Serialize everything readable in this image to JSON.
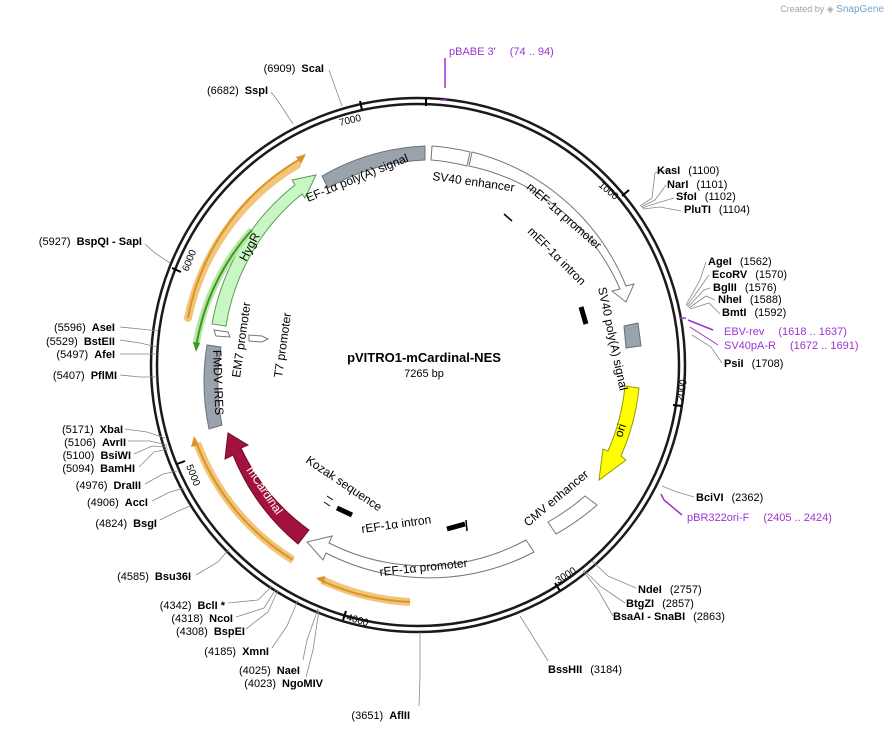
{
  "credit": {
    "prefix": "Created by",
    "brand": "SnapGene"
  },
  "plasmid": {
    "name": "pVITRO1-mCardinal-NES",
    "size_label": "7265 bp",
    "length_bp": 7265
  },
  "colors": {
    "backbone": "#1a1a1a",
    "primer": "#9b34d1",
    "promoter_outline": "#777777",
    "hygr": "#c8f7c4",
    "ori": "#ffff00",
    "mcardinal": "#a3123c",
    "polyA": "#9aa3ab",
    "orange_arrow": "#d89626",
    "green_arrow": "#3a9a1f"
  },
  "ticks": [
    {
      "label": "1000",
      "bp": 1000
    },
    {
      "label": "2000",
      "bp": 2000
    },
    {
      "label": "3000",
      "bp": 3000
    },
    {
      "label": "4000",
      "bp": 4000
    },
    {
      "label": "5000",
      "bp": 5000
    },
    {
      "label": "6000",
      "bp": 6000
    },
    {
      "label": "7000",
      "bp": 7000
    }
  ],
  "sites": [
    {
      "name": "KasI",
      "pos": "(1100)"
    },
    {
      "name": "NarI",
      "pos": "(1101)"
    },
    {
      "name": "SfoI",
      "pos": "(1102)"
    },
    {
      "name": "PluTI",
      "pos": "(1104)"
    },
    {
      "name": "AgeI",
      "pos": "(1562)"
    },
    {
      "name": "EcoRV",
      "pos": "(1570)"
    },
    {
      "name": "BglII",
      "pos": "(1576)"
    },
    {
      "name": "NheI",
      "pos": "(1588)"
    },
    {
      "name": "BmtI",
      "pos": "(1592)"
    },
    {
      "name": "PsiI",
      "pos": "(1708)"
    },
    {
      "name": "BciVI",
      "pos": "(2362)"
    },
    {
      "name": "NdeI",
      "pos": "(2757)"
    },
    {
      "name": "BtgZI",
      "pos": "(2857)"
    },
    {
      "name": "BsaAI  - SnaBI",
      "pos": "(2863)"
    },
    {
      "name": "BssHII",
      "pos": "(3184)"
    },
    {
      "name": "AflII",
      "pos": "(3651)"
    },
    {
      "name": "NgoMIV",
      "pos": "(4023)"
    },
    {
      "name": "NaeI",
      "pos": "(4025)"
    },
    {
      "name": "XmnI",
      "pos": "(4185)"
    },
    {
      "name": "BspEI",
      "pos": "(4308)"
    },
    {
      "name": "NcoI",
      "pos": "(4318)"
    },
    {
      "name": "BclI *",
      "pos": "(4342)"
    },
    {
      "name": "Bsu36I",
      "pos": "(4585)"
    },
    {
      "name": "BsgI",
      "pos": "(4824)"
    },
    {
      "name": "AccI",
      "pos": "(4906)"
    },
    {
      "name": "DraIII",
      "pos": "(4976)"
    },
    {
      "name": "BamHI",
      "pos": "(5094)"
    },
    {
      "name": "BsiWI",
      "pos": "(5100)"
    },
    {
      "name": "AvrII",
      "pos": "(5106)"
    },
    {
      "name": "XbaI",
      "pos": "(5171)"
    },
    {
      "name": "PflMI",
      "pos": "(5407)"
    },
    {
      "name": "AfeI",
      "pos": "(5497)"
    },
    {
      "name": "BstEII",
      "pos": "(5529)"
    },
    {
      "name": "AseI",
      "pos": "(5596)"
    },
    {
      "name": "BspQI  - SapI",
      "pos": "(5927)"
    },
    {
      "name": "SspI",
      "pos": "(6682)"
    },
    {
      "name": "ScaI",
      "pos": "(6909)"
    }
  ],
  "primers": [
    {
      "name": "pBABE 3'",
      "range": "(74 .. 94)"
    },
    {
      "name": "EBV-rev",
      "range": "(1618 .. 1637)"
    },
    {
      "name": "SV40pA-R",
      "range": "(1672 .. 1691)"
    },
    {
      "name": "pBR322ori-F",
      "range": "(2405 .. 2424)"
    }
  ],
  "features": [
    {
      "label": "EF-1α poly(A) signal",
      "start": 6900,
      "end": 7230
    },
    {
      "label": "SV40 enhancer",
      "start": 10,
      "end": 240
    },
    {
      "label": "mEF-1α promoter",
      "start": 250,
      "end": 1540
    },
    {
      "label": "mEF-1α intron",
      "start": 590,
      "end": 1500
    },
    {
      "label": "SV40 poly(A) signal",
      "start": 1600,
      "end": 1720
    },
    {
      "label": "ori",
      "start": 1960,
      "end": 2550
    },
    {
      "label": "CMV enhancer",
      "start": 2620,
      "end": 2920
    },
    {
      "label": "rEF-1α promoter",
      "start": 2940,
      "end": 4250
    },
    {
      "label": "rEF-1α intron",
      "start": 3150,
      "end": 3930
    },
    {
      "label": "Kozak sequence",
      "start": 3990,
      "end": 4010
    },
    {
      "label": "mCardinal",
      "start": 4310,
      "end": 5020
    },
    {
      "label": "FMDV IRES",
      "start": 5070,
      "end": 5470
    },
    {
      "label": "EM7 promoter",
      "start": 5480,
      "end": 5530
    },
    {
      "label": "T7 promoter",
      "start": 5550,
      "end": 5570
    },
    {
      "label": "HygR",
      "start": 5560,
      "end": 6590
    }
  ]
}
